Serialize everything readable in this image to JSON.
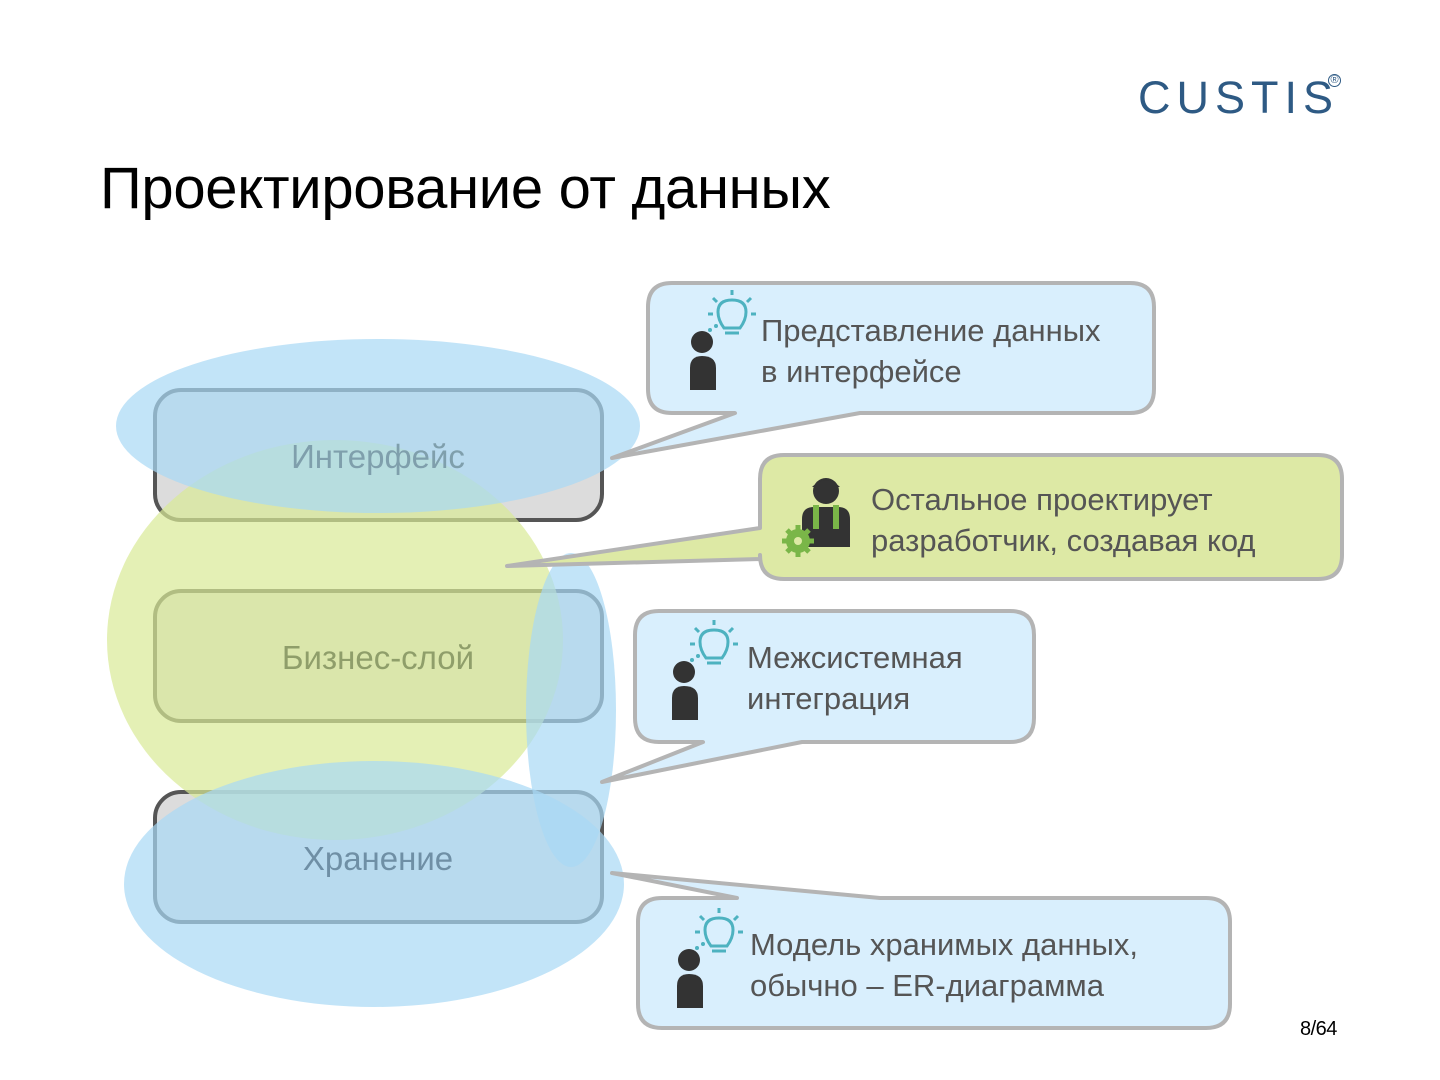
{
  "title": "Проектирование от данных",
  "logo": {
    "text": "CUSTIS",
    "mark": "®"
  },
  "page_number": "8/64",
  "layers": [
    {
      "id": "interface",
      "label": "Интерфейс"
    },
    {
      "id": "business",
      "label": "Бизнес-слой"
    },
    {
      "id": "storage",
      "label": "Хранение"
    }
  ],
  "callouts": [
    {
      "id": "ui-data",
      "line1": "Представление данных",
      "line2": "в интерфейсе",
      "icon": "person-lightbulb-icon"
    },
    {
      "id": "developer",
      "line1": "Остальное проектирует",
      "line2": "разработчик, создавая код",
      "icon": "developer-gear-icon"
    },
    {
      "id": "integration",
      "line1": "Межсистемная",
      "line2": "интеграция",
      "icon": "person-lightbulb-icon"
    },
    {
      "id": "storage-model",
      "line1": "Модель хранимых данных,",
      "line2": "обычно – ER-диаграмма",
      "icon": "person-lightbulb-icon"
    }
  ],
  "colors": {
    "blue_fill": "#c2e6fb",
    "blue_overlay": "#a8d8f5",
    "green_fill": "#e2efb5",
    "callout_blue": "#d9effd",
    "callout_green": "#dde9a5",
    "callout_border": "#b4b4b4",
    "layer_border": "#555555",
    "logo": "#2e5a84",
    "icon_teal": "#4db2c0",
    "icon_gear": "#7ab648"
  }
}
